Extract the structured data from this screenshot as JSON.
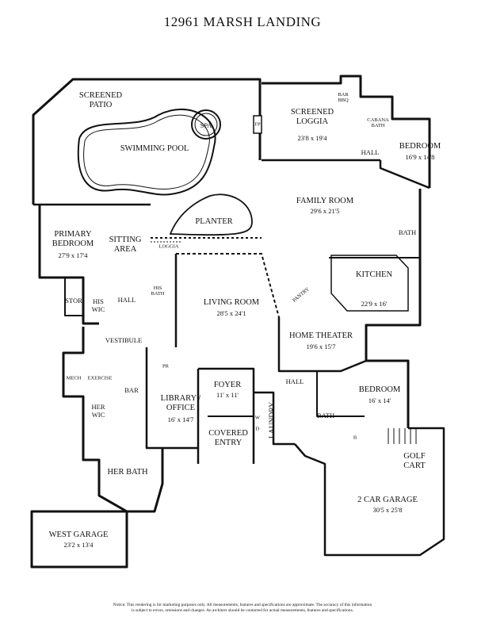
{
  "title": "12961 MARSH LANDING",
  "rooms": {
    "screened_patio": "SCREENED\nPATIO",
    "spa": "SPA",
    "pool": "SWIMMING POOL",
    "planter": "PLANTER",
    "fp": "FP",
    "loggia_name": "SCREENED\nLOGGIA",
    "loggia_dim": "23'8 x 19'4",
    "bar_bbq": "BAR\nBBQ",
    "cabana_bath": "CABANA\nBATH",
    "hall_ne": "HALL",
    "bedroom_ne": "BEDROOM",
    "bedroom_ne_dim": "16'9 x 14'8",
    "family_name": "FAMILY ROOM",
    "family_dim": "29'6 x 21'5",
    "bath_e": "BATH",
    "primary_name": "PRIMARY\nBEDROOM",
    "primary_dim": "27'9 x 17'4",
    "sitting": "SITTING\nAREA",
    "loggia_small": "LOGGIA",
    "stor": "STOR",
    "his_wic": "HIS\nWIC",
    "hall_w": "HALL",
    "his_bath": "HIS\nBATH",
    "living_name": "LIVING ROOM",
    "living_dim": "28'5 x 24'1",
    "pantry": "PANTRY",
    "kitchen_name": "KITCHEN",
    "kitchen_dim": "22'9 x 16'",
    "home_theater": "HOME THEATER",
    "home_theater_dim": "19'6 x 15'7",
    "vestibule": "VESTIBULE",
    "pr": "PR",
    "mech": "MECH",
    "exercise": "EXERCISE",
    "bar": "BAR",
    "her_wic": "HER\nWIC",
    "library": "LIBRARY /\nOFFICE",
    "library_dim": "16' x 14'7",
    "foyer": "FOYER",
    "foyer_dim": "11' x 11'",
    "covered_entry": "COVERED\nENTRY",
    "w": "W",
    "d": "D",
    "laundry": "LAUNDRY",
    "hall_c": "HALL",
    "bedroom_se": "BEDROOM",
    "bedroom_se_dim": "16' x 14'",
    "bath_se": "BATH",
    "b": "B",
    "golf_cart": "GOLF\nCART",
    "garage2": "2 CAR GARAGE",
    "garage2_dim": "30'5 x 25'8",
    "her_bath": "HER BATH",
    "west_garage": "WEST GARAGE",
    "west_garage_dim": "23'2 x 13'4"
  },
  "notice": "Notice: This rendering is for marketing purposes only. All measurements, features and specifications are approximate. The accuracy of this information\nis subject to errors, omissions and changes. An architect should be contacted for actual measurements, features and specifications."
}
